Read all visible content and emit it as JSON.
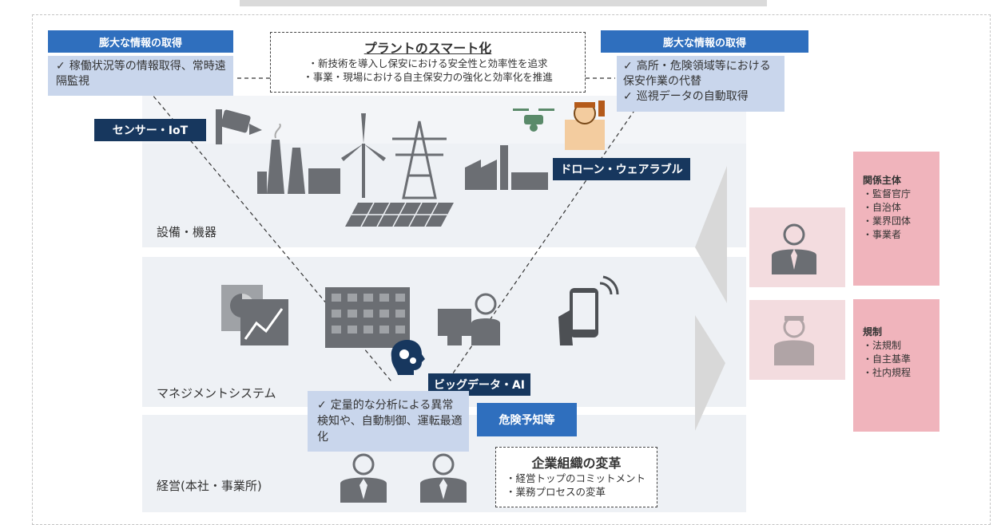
{
  "plant_smart": {
    "title": "プラントのスマート化",
    "lines": [
      "・新技術を導入し保安における安全性と効率性を追求",
      "・事業・現場における自主保安力の強化と効率化を推進"
    ]
  },
  "left_info": {
    "header": "膨大な情報の取得",
    "items": [
      "稼働状況等の情報取得、常時遠隔監視"
    ]
  },
  "right_info": {
    "header": "膨大な情報の取得",
    "items": [
      "高所・危険領域等における保安作業の代替",
      "巡視データの自動取得"
    ]
  },
  "tags": {
    "sensor": "センサー・IoT",
    "drone": "ドローン・ウェアラブル",
    "bigdata": "ビッグデータ・AI"
  },
  "bands": {
    "equipment": "設備・機器",
    "management": "マネジメントシステム",
    "executive": "経営(本社・事業所)"
  },
  "analysis": {
    "items": [
      "定量的な分析による異常検知や、自動制御、運転最適化"
    ],
    "danger": "危険予知等"
  },
  "org_change": {
    "title": "企業組織の変革",
    "lines": [
      "・経営トップのコミットメント",
      "・業務プロセスの変革"
    ]
  },
  "stakeholders": {
    "header": "関係主体",
    "items": [
      "・監督官庁",
      "・自治体",
      "・業界団体",
      "・事業者"
    ]
  },
  "regulations": {
    "header": "規制",
    "items": [
      "・法規制",
      "・自主基準",
      "・社内規程"
    ]
  },
  "checkmark": "✓",
  "icons": [
    "camera-icon",
    "power-plant-icon",
    "wind-turbine-icon",
    "transmission-tower-icon",
    "factory-icon",
    "drone-icon",
    "worker-icon",
    "solar-panel-icon",
    "report-chart-icon",
    "building-icon",
    "office-worker-icon",
    "smartphone-icon",
    "ai-brain-icon",
    "executive-icon",
    "official-icon",
    "inspector-icon"
  ],
  "colors": {
    "blue_header": "#2f6fbe",
    "light_blue": "#c9d6ec",
    "navy_tag": "#17375e",
    "band_bg": "#eef1f5",
    "pink": "#f0b4bc",
    "pink_light": "#f3dcdf",
    "grey_icon": "#6b6e73"
  }
}
